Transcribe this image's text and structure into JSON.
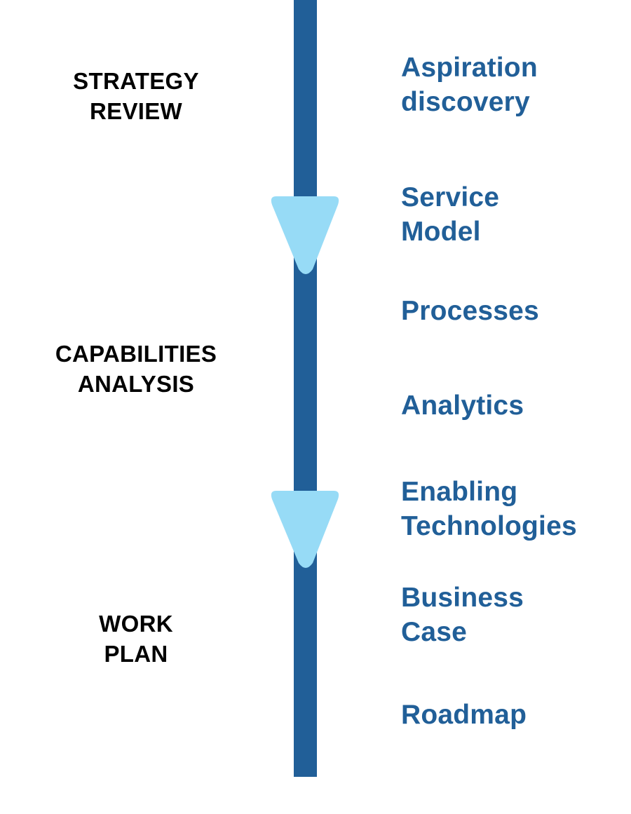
{
  "colors": {
    "timeline": "#215f98",
    "arrow": "#97dbf6",
    "phase_text": "#000000",
    "step_text": "#215f98"
  },
  "phases": [
    {
      "lines": [
        "STRATEGY",
        "REVIEW"
      ]
    },
    {
      "lines": [
        "CAPABILITIES",
        "ANALYSIS"
      ]
    },
    {
      "lines": [
        "WORK",
        "PLAN"
      ]
    }
  ],
  "steps": [
    {
      "lines": [
        "Aspiration",
        "discovery"
      ]
    },
    {
      "lines": [
        "Service",
        "Model"
      ]
    },
    {
      "lines": [
        "Processes"
      ]
    },
    {
      "lines": [
        "Analytics"
      ]
    },
    {
      "lines": [
        "Enabling",
        "Technologies"
      ]
    },
    {
      "lines": [
        "Business",
        "Case"
      ]
    },
    {
      "lines": [
        "Roadmap"
      ]
    }
  ],
  "icons": {
    "arrows": [
      "arrow-down-icon",
      "arrow-down-icon"
    ]
  }
}
